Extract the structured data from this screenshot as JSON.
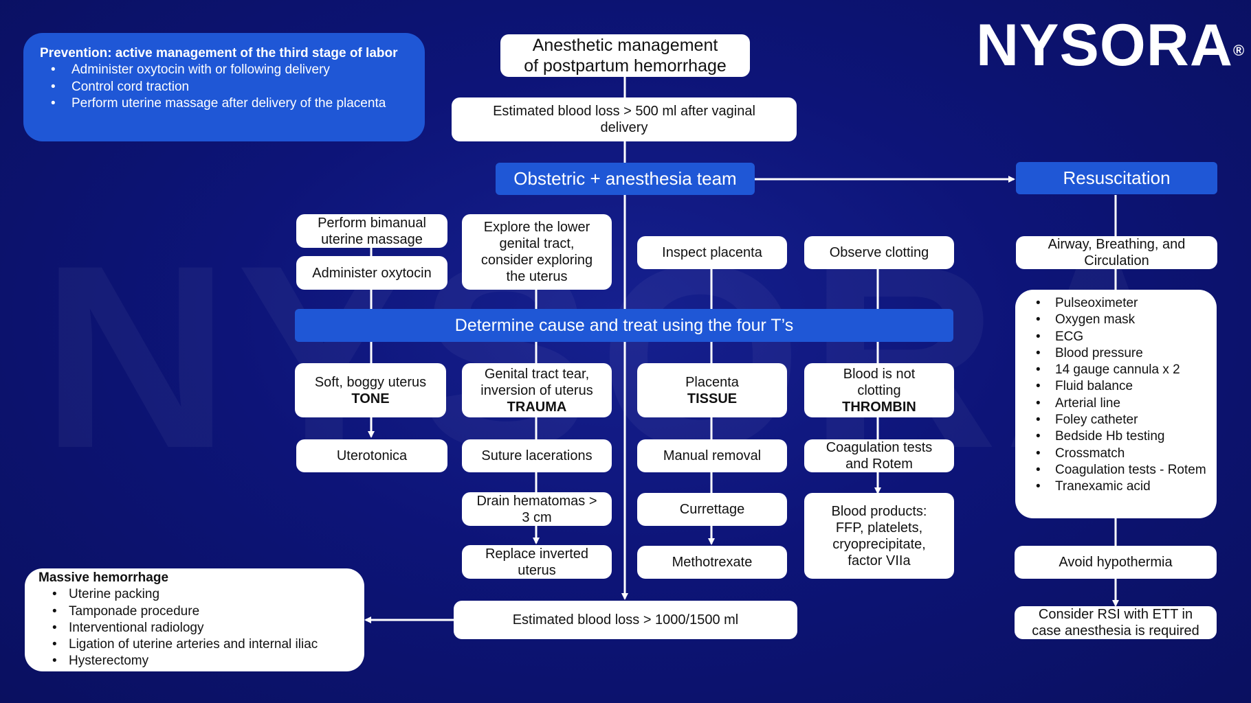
{
  "brand": {
    "logo_text": "NYSORA",
    "registered": "®",
    "accent": "#1f57d6",
    "background": "#0d1478"
  },
  "title": {
    "line1": "Anesthetic management",
    "line2": "of postpartum hemorrhage"
  },
  "prevention": {
    "heading": "Prevention: active management of the third stage of labor",
    "items": [
      "Administer oxytocin with or following delivery",
      "Control cord traction",
      "Perform uterine massage after delivery of the placenta"
    ]
  },
  "ebl_500": "Estimated blood loss > 500 ml after vaginal delivery",
  "team": "Obstetric + anesthesia team",
  "resuscitation": "Resuscitation",
  "four_ts": "Determine cause and treat using the four T’s",
  "tone": {
    "step1": "Perform bimanual uterine massage",
    "step2": "Administer oxytocin",
    "cause": "Soft, boggy uterus",
    "label": "TONE",
    "treat": "Uterotonica"
  },
  "trauma": {
    "step1": "Explore the lower genital tract, consider exploring the uterus",
    "cause": "Genital tract tear, inversion of uterus",
    "label": "TRAUMA",
    "treat1": "Suture lacerations",
    "treat2": "Drain hematomas > 3 cm",
    "treat3": "Replace inverted uterus"
  },
  "tissue": {
    "step1": "Inspect placenta",
    "cause": "Placenta",
    "label": "TISSUE",
    "treat1": "Manual removal",
    "treat2": "Currettage",
    "treat3": "Methotrexate"
  },
  "thrombin": {
    "step1": "Observe clotting",
    "cause": "Blood is not clotting",
    "label": "THROMBIN",
    "treat1": "Coagulation tests and Rotem",
    "treat2": "Blood products: FFP, platelets, cryoprecipitate, factor VIIa"
  },
  "resus": {
    "abc": "Airway, Breathing, and Circulation",
    "items": [
      "Pulseoximeter",
      "Oxygen mask",
      "ECG",
      "Blood pressure",
      "14 gauge cannula x 2",
      "Fluid balance",
      "Arterial line",
      "Foley catheter",
      "Bedside Hb testing",
      "Crossmatch",
      "Coagulation tests - Rotem",
      "Tranexamic acid"
    ],
    "hypothermia": "Avoid hypothermia",
    "rsi": "Consider RSI with ETT in case anesthesia is required"
  },
  "ebl_1000": "Estimated blood loss > 1000/1500 ml",
  "massive": {
    "heading": "Massive hemorrhage",
    "items": [
      "Uterine packing",
      "Tamponade procedure",
      "Interventional radiology",
      "Ligation of uterine arteries and internal iliac",
      "Hysterectomy"
    ]
  }
}
